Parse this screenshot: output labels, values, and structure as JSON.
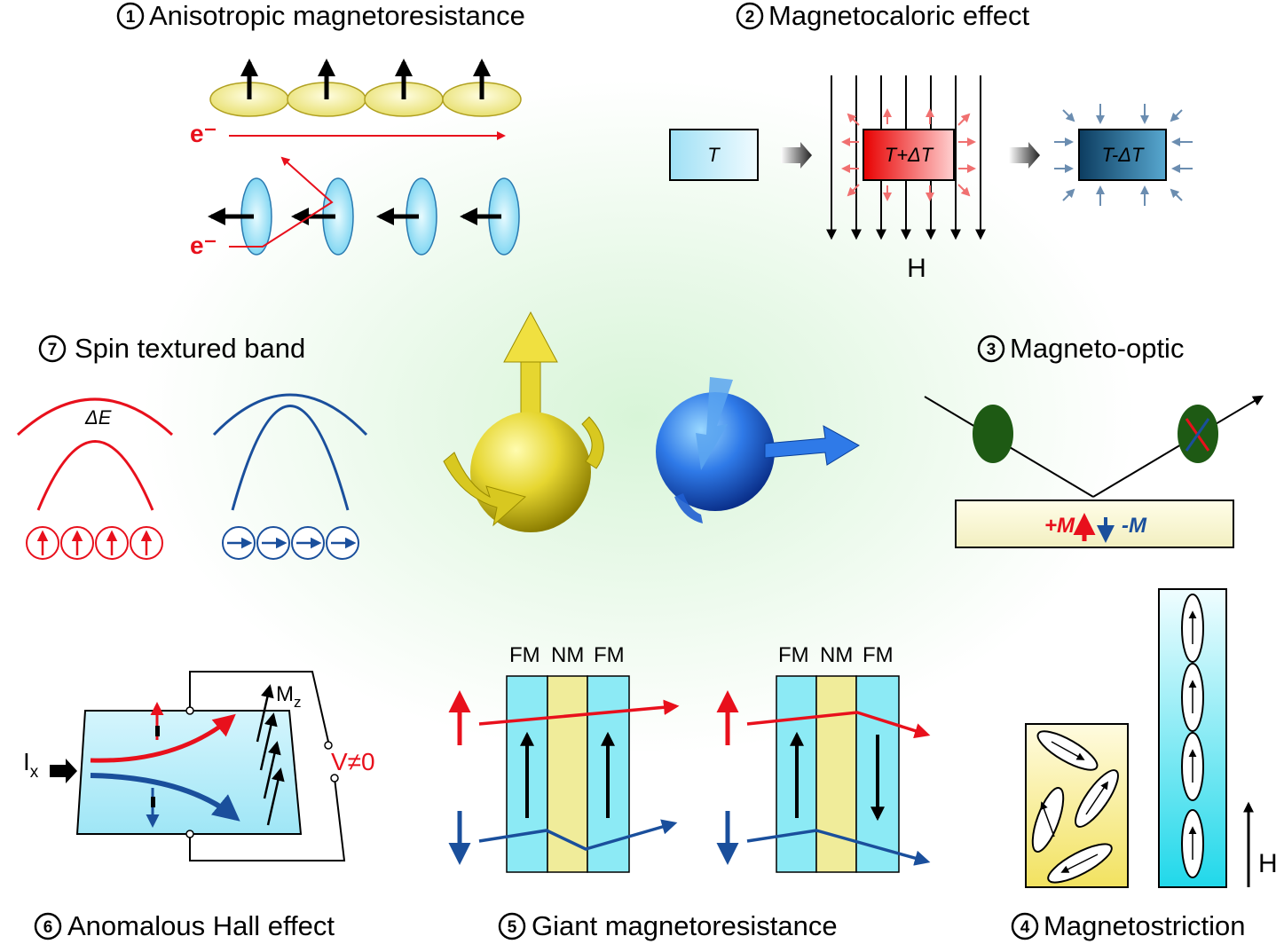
{
  "titles": {
    "t1": {
      "num": "1",
      "text": "Anisotropic magnetoresistance"
    },
    "t2": {
      "num": "2",
      "text": "Magnetocaloric effect"
    },
    "t3": {
      "num": "3",
      "text": "Magneto-optic"
    },
    "t4": {
      "num": "4",
      "text": "Magnetostriction"
    },
    "t5": {
      "num": "5",
      "text": "Giant magnetoresistance"
    },
    "t6": {
      "num": "6",
      "text": "Anomalous Hall effect"
    },
    "t7": {
      "num": "7",
      "text": "Spin textured band"
    }
  },
  "amr": {
    "electron": "e⁻"
  },
  "mce": {
    "box1": "T",
    "box2": "T+ΔT",
    "box3": "T-ΔT",
    "field": "H"
  },
  "mo": {
    "plus": "+M",
    "minus": "-M"
  },
  "msx": {
    "field": "H"
  },
  "gmr": {
    "fm": "FM",
    "nm": "NM"
  },
  "ahe": {
    "current": "I",
    "current_sub": "x",
    "mag": "M",
    "mag_sub": "z",
    "voltage": "V≠0"
  },
  "stb": {
    "gap": "ΔE"
  },
  "colors": {
    "red": "#e8101c",
    "blue": "#1a4f9c",
    "cyan": "#8ceaf5",
    "yellow": "#f0ec9a"
  }
}
